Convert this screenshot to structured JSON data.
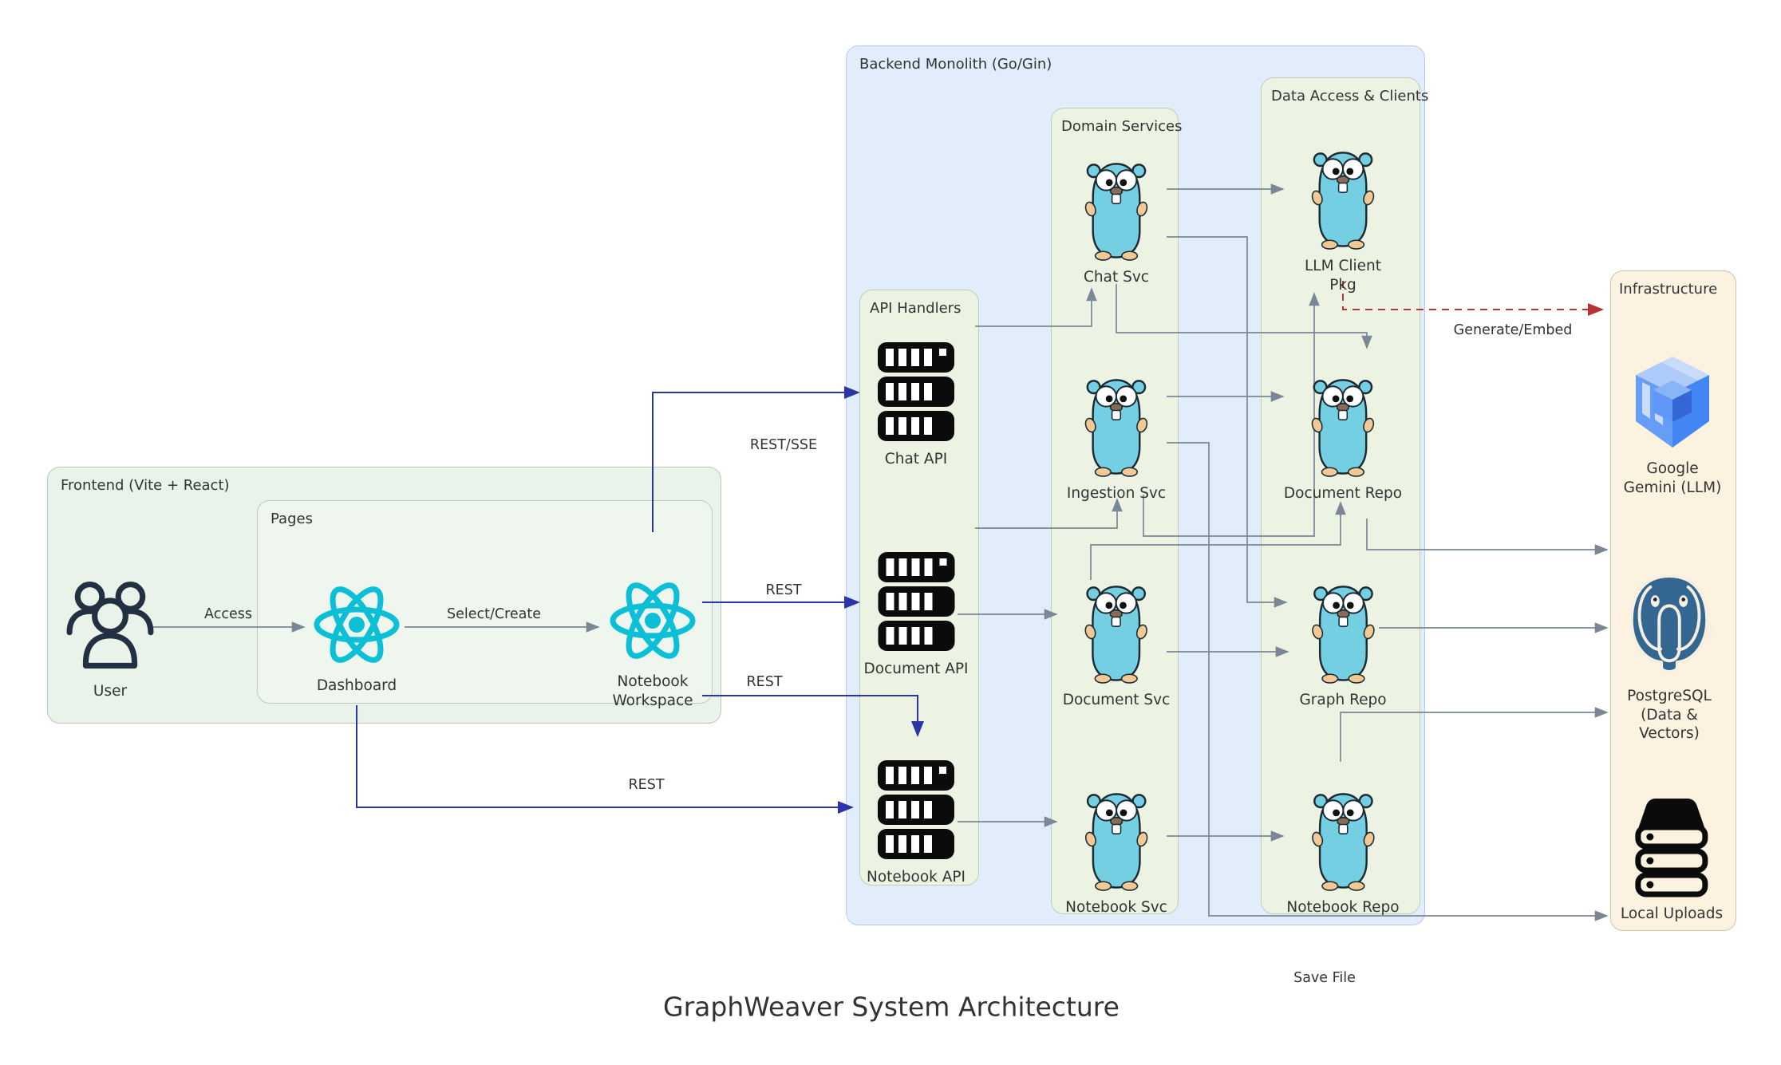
{
  "diagram_title": "GraphWeaver System Architecture",
  "groups": {
    "frontend": {
      "label": "Frontend (Vite + React)"
    },
    "pages": {
      "label": "Pages"
    },
    "backend": {
      "label": "Backend Monolith (Go/Gin)"
    },
    "api_handlers": {
      "label": "API Handlers"
    },
    "domain_services": {
      "label": "Domain Services"
    },
    "data_access": {
      "label": "Data Access & Clients"
    },
    "infrastructure": {
      "label": "Infrastructure"
    }
  },
  "nodes": {
    "user": {
      "label": "User",
      "icon": "users-icon"
    },
    "dashboard": {
      "label": "Dashboard",
      "icon": "react-icon"
    },
    "notebook_workspace": {
      "label": "Notebook Workspace",
      "icon": "react-icon"
    },
    "chat_api": {
      "label": "Chat API",
      "icon": "server-icon"
    },
    "document_api": {
      "label": "Document API",
      "icon": "server-icon"
    },
    "notebook_api": {
      "label": "Notebook API",
      "icon": "server-icon"
    },
    "chat_svc": {
      "label": "Chat Svc",
      "icon": "gopher-icon"
    },
    "ingestion_svc": {
      "label": "Ingestion Svc",
      "icon": "gopher-icon"
    },
    "document_svc": {
      "label": "Document Svc",
      "icon": "gopher-icon"
    },
    "notebook_svc": {
      "label": "Notebook Svc",
      "icon": "gopher-icon"
    },
    "llm_client_pkg": {
      "label": "LLM Client Pkg",
      "icon": "gopher-icon"
    },
    "document_repo": {
      "label": "Document Repo",
      "icon": "gopher-icon"
    },
    "graph_repo": {
      "label": "Graph Repo",
      "icon": "gopher-icon"
    },
    "notebook_repo": {
      "label": "Notebook Repo",
      "icon": "gopher-icon"
    },
    "google_gemini": {
      "label": "Google Gemini (LLM)",
      "icon": "gemini-cube-icon"
    },
    "postgresql": {
      "label": "PostgreSQL (Data & Vectors)",
      "icon": "postgresql-elephant-icon"
    },
    "local_uploads": {
      "label": "Local Uploads",
      "icon": "storage-stack-icon"
    }
  },
  "edge_labels": {
    "access": "Access",
    "select_create": "Select/Create",
    "rest_sse": "REST/SSE",
    "rest_document": "REST",
    "rest_workspace_notebook": "REST",
    "rest_dashboard_notebook": "REST",
    "generate_embed": "Generate/Embed",
    "save_file": "Save File"
  },
  "colors": {
    "gray_edge": "#7b8794",
    "blue_edge": "#2c35a8",
    "red_dashed_edge": "#b63434",
    "react_brand": "#0abfd6",
    "gopher_body": "#74cfe2",
    "postgresql_brand": "#336791",
    "gemini_blue": "#4285f4",
    "frontend_fill": "#e9f3ea",
    "backend_fill": "#e1edfb",
    "panel_fill": "#ecf3e3",
    "infrastructure_fill": "#fcf2e0"
  }
}
